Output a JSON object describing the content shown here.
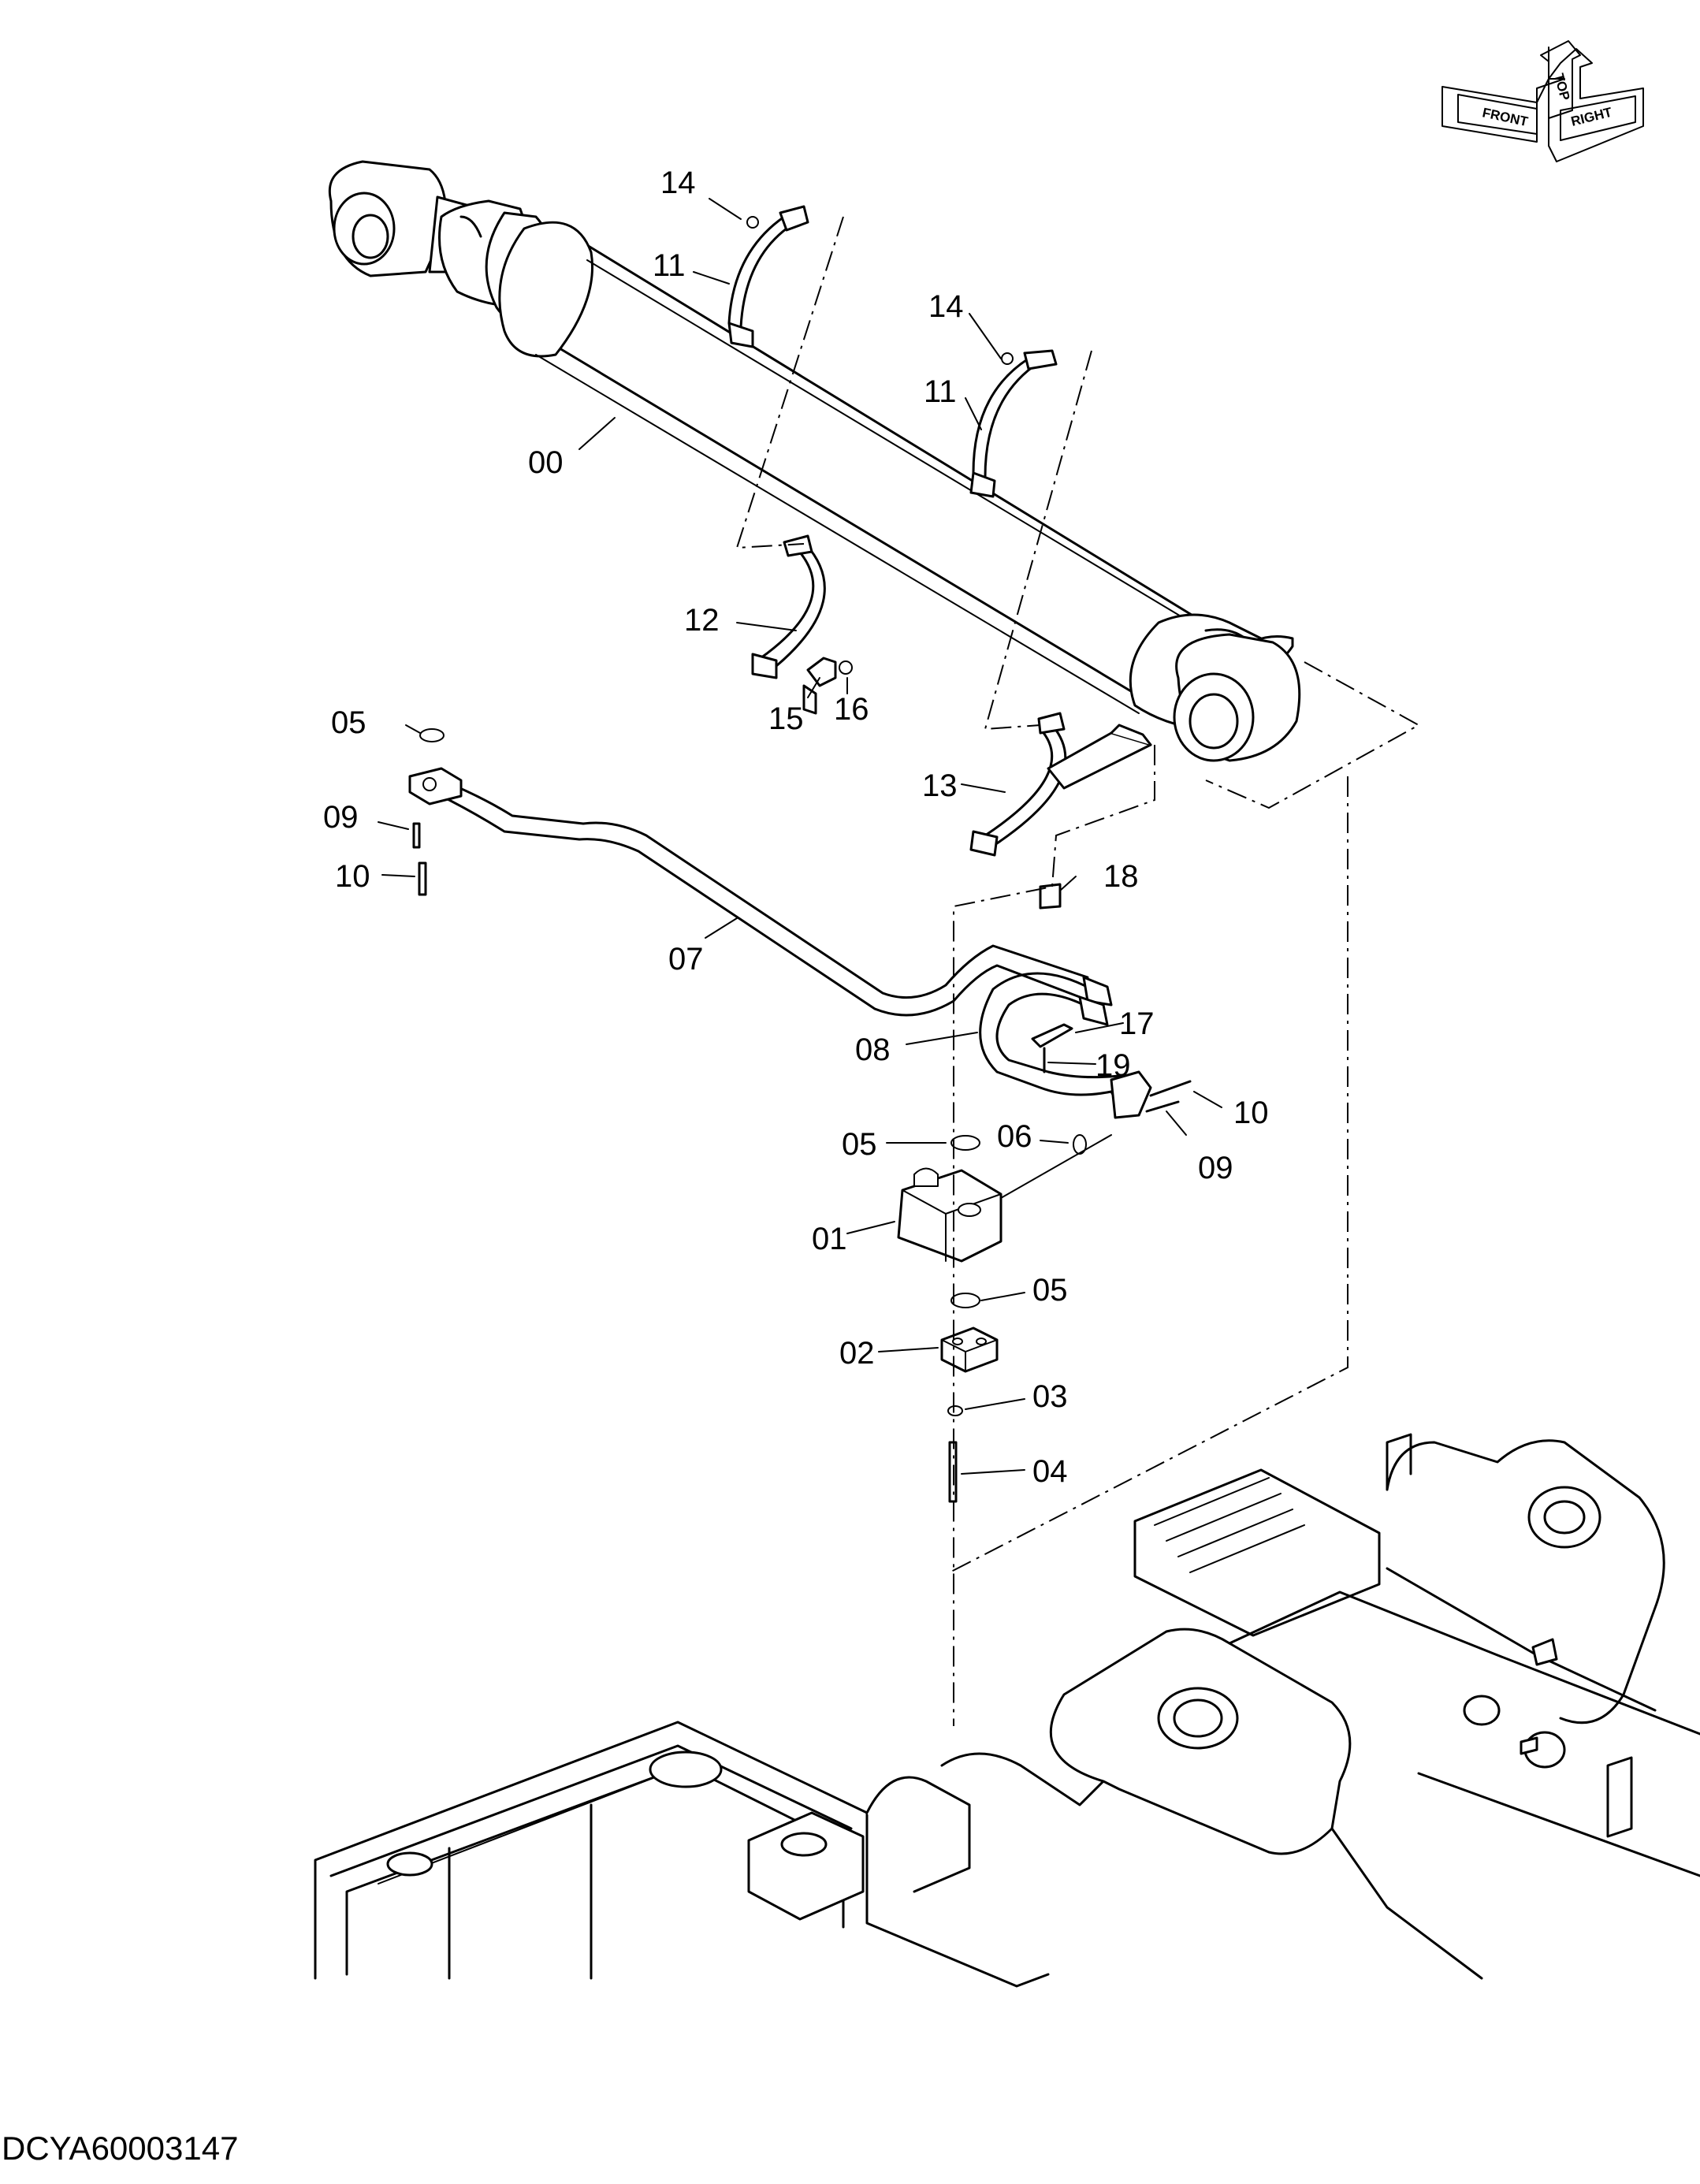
{
  "document_code": "DCYA60003147",
  "orientation_labels": {
    "top": "TOP",
    "front": "FRONT",
    "right": "RIGHT"
  },
  "part_numbers": {
    "p00": "00",
    "p01": "01",
    "p02": "02",
    "p03": "03",
    "p04": "04",
    "p05a": "05",
    "p05b": "05",
    "p05c": "05",
    "p06": "06",
    "p07": "07",
    "p08": "08",
    "p09a": "09",
    "p09b": "09",
    "p10a": "10",
    "p10b": "10",
    "p11a": "11",
    "p11b": "11",
    "p12": "12",
    "p13": "13",
    "p14a": "14",
    "p14b": "14",
    "p15": "15",
    "p16": "16",
    "p17": "17",
    "p18": "18",
    "p19": "19"
  }
}
